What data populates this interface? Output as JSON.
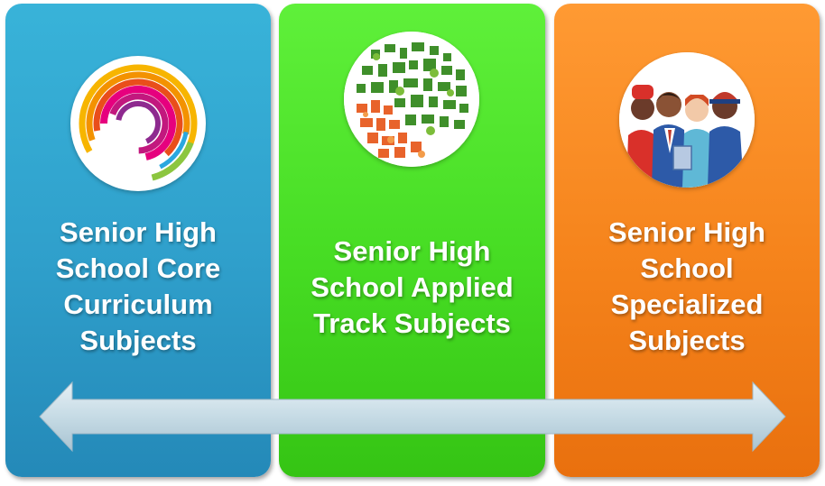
{
  "panels": [
    {
      "id": "core",
      "color": "#2f9fcb",
      "icon": "concentric-arcs-icon",
      "label_lines": [
        "Senior High",
        "School Core",
        "Curriculum",
        "Subjects"
      ]
    },
    {
      "id": "applied",
      "color": "#46dc23",
      "icon": "education-icons-collage-icon",
      "label_lines": [
        "Senior High",
        "School Applied",
        "Track Subjects"
      ]
    },
    {
      "id": "specialized",
      "color": "#f5831b",
      "icon": "professionals-group-icon",
      "label_lines": [
        "Senior High",
        "School",
        "Specialized",
        "Subjects"
      ]
    }
  ],
  "arrow": {
    "type": "double-headed",
    "color": "#c8dde7"
  }
}
